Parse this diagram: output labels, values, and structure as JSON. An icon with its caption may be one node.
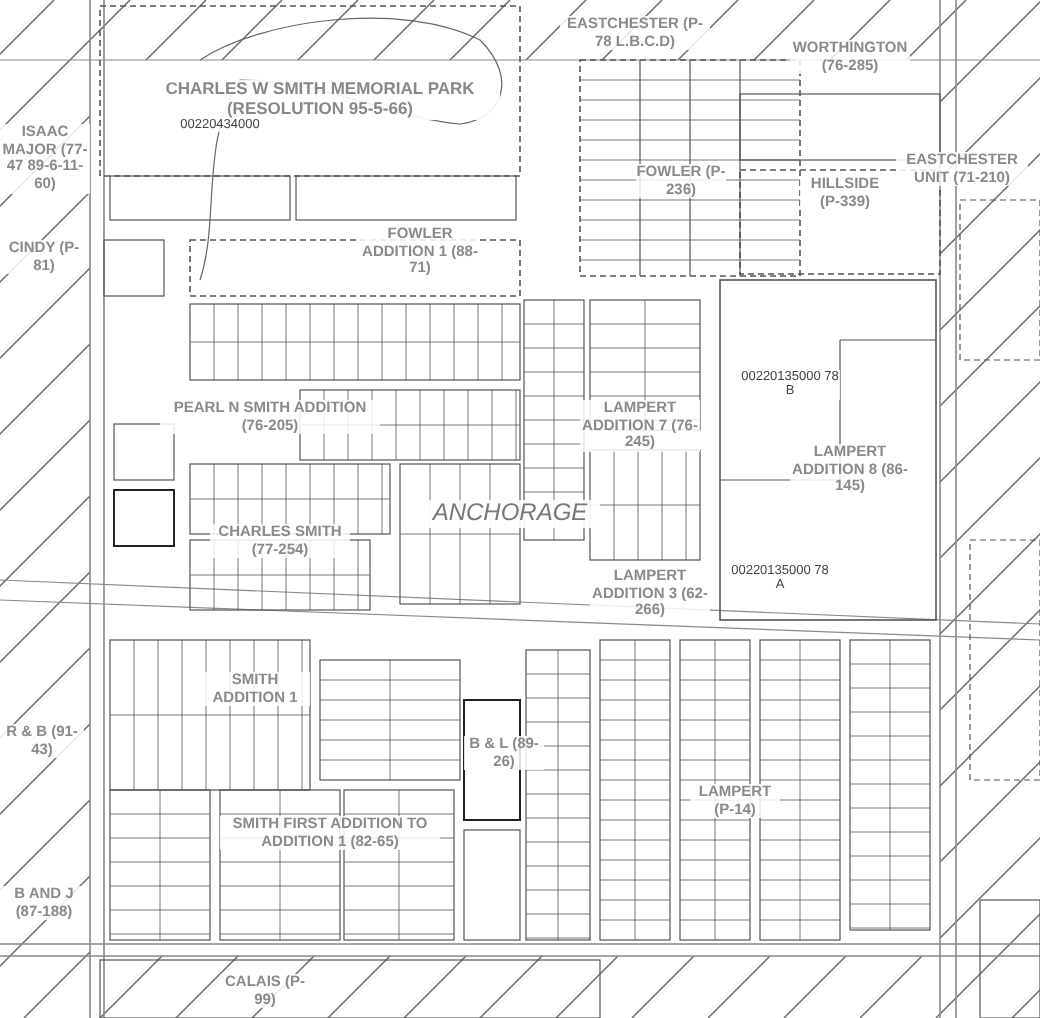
{
  "diagram": {
    "labels": [
      "CHARLES W SMITH MEMORIAL PARK (RESOLUTION 95-5-66)",
      "00220434000",
      "FOWLER ADDITION 1 (88-71)",
      "ISAAC MAJOR (77-47 89-6-11-60)",
      "CINDY (P-81)",
      "EASTCHESTER (P-78 L.B.C.D)",
      "WORTHINGTON (76-285)",
      "FOWLER (P-236)",
      "HILLSIDE (P-339)",
      "EASTCHESTER UNIT (71-210)",
      "PEARL N SMITH ADDITION (76-205)",
      "CHARLES SMITH (77-254)",
      "ANCHORAGE",
      "LAMPERT ADDITION 7 (76-245)",
      "00220135000 78 B",
      "LAMPERT ADDITION 8 (86-145)",
      "00220135000 78 A",
      "LAMPERT ADDITION 3 (62-266)",
      "SMITH ADDITION 1",
      "R & B (91-43)",
      "SMITH FIRST ADDITION TO ADDITION 1 (82-65)",
      "B AND J (87-188)",
      "CALAIS (P-99)",
      "B & L (89-26)",
      "LAMPERT (P-14)"
    ]
  }
}
